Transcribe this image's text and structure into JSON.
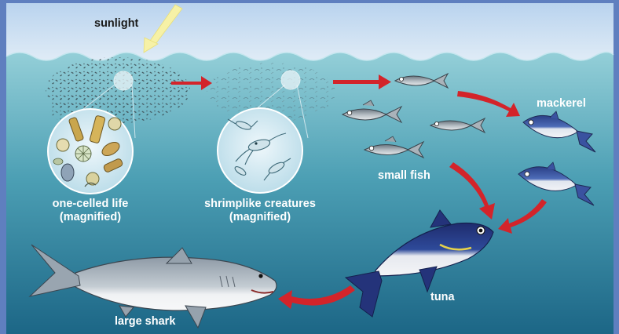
{
  "labels": {
    "sunlight": "sunlight",
    "one_celled_line1": "one-celled life",
    "one_celled_line2": "(magnified)",
    "shrimp_line1": "shrimplike creatures",
    "shrimp_line2": "(magnified)",
    "small_fish": "small fish",
    "mackerel": "mackerel",
    "tuna": "tuna",
    "large_shark": "large shark"
  },
  "colors": {
    "sky": "#cfe1f1",
    "water_top": "#8fcad4",
    "water_bottom": "#1e6d8c",
    "arrow": "#d3242a",
    "sun_ray": "#f6f1a6",
    "frame": "#5f7fbf"
  },
  "icons": {
    "sun_ray": "sun-ray-arrow",
    "food_arrow": "red-curved-arrow"
  }
}
